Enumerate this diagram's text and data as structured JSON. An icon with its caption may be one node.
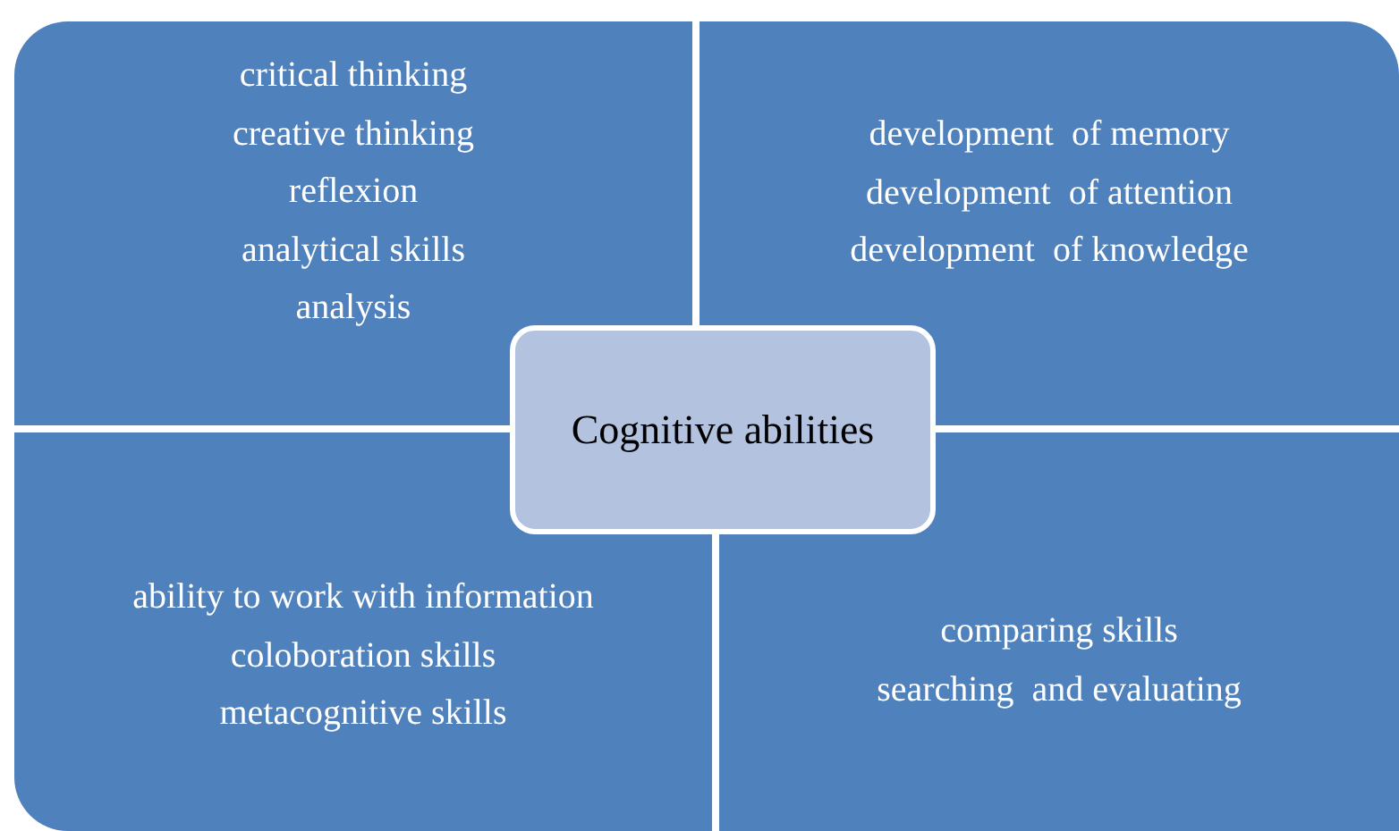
{
  "diagram": {
    "nodes": [
      {
        "text": [
          "critical thinking",
          "creative thinking",
          "reflexion",
          "analytical skills",
          "analysis"
        ]
      },
      {
        "text": [
          "development  of memory",
          "development  of attention",
          "development  of knowledge"
        ]
      },
      {
        "text": [
          "ability to work with information",
          "coloboration skills",
          "metacognitive skills"
        ]
      },
      {
        "text": [
          "comparing skills",
          "searching  and evaluating"
        ]
      },
      {
        "text": [
          "Cognitive abilities"
        ]
      }
    ]
  }
}
